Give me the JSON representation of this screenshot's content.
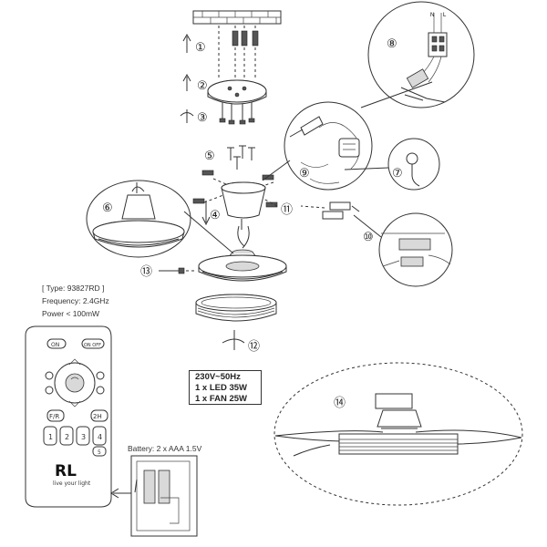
{
  "steps": [
    "①",
    "②",
    "③",
    "⑤",
    "④",
    "⑥",
    "⑦",
    "⑧",
    "⑨",
    "⑩",
    "⑪",
    "⑫",
    "⑬",
    "⑭"
  ],
  "remote_specs": {
    "type_line": "[ Type: 93827RD ]",
    "frequency_line": "Frequency: 2.4GHz",
    "power_line": "Power < 100mW"
  },
  "fan_specs": {
    "voltage": "230V~50Hz",
    "led": "1 x LED 35W",
    "fan": "1 x FAN 25W"
  },
  "remote": {
    "btn_on": "ON",
    "btn_onoff": "ON OFF",
    "btn_fr": "F/R",
    "btn_2h": "2H",
    "btn_1": "1",
    "btn_2": "2",
    "btn_3": "3",
    "btn_4": "4",
    "btn_5": "5",
    "logo": "RL",
    "slogan": "live your light"
  },
  "battery": {
    "label": "Battery: 2 x AAA 1.5V"
  },
  "wiring": {
    "label_n": "N",
    "label_l": "L"
  }
}
